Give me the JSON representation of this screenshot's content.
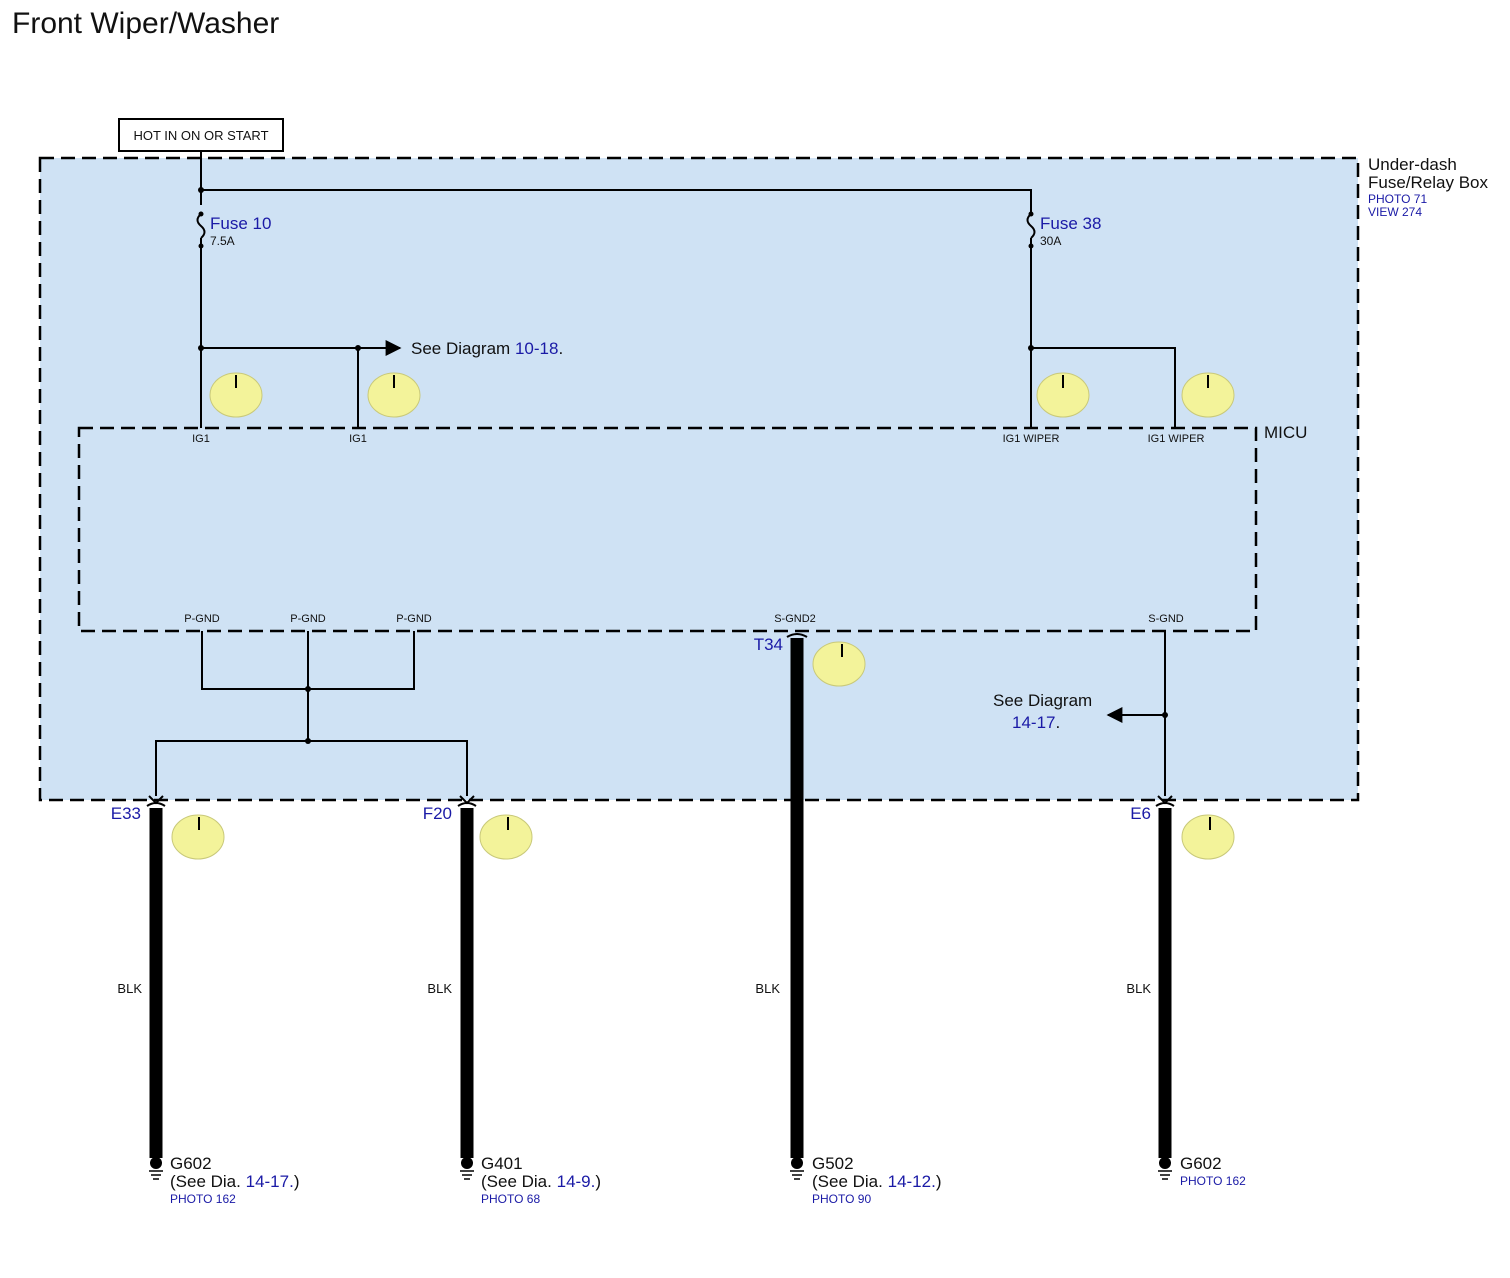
{
  "title": "Front Wiper/Washer",
  "hot_label": "HOT IN ON OR START",
  "fuse_box": {
    "name_line1": "Under-dash",
    "name_line2": "Fuse/Relay Box",
    "photo": "PHOTO 71",
    "view": "VIEW 274"
  },
  "fuses": [
    {
      "name": "Fuse 10",
      "rating": "7.5A"
    },
    {
      "name": "Fuse 38",
      "rating": "30A"
    }
  ],
  "see_diagram_top": {
    "prefix": "See Diagram",
    "ref": "10-18",
    "suffix": "."
  },
  "micu": {
    "label": "MICU",
    "top_pins": [
      "IG1",
      "IG1",
      "IG1 WIPER",
      "IG1 WIPER"
    ],
    "bottom_pins": [
      "P-GND",
      "P-GND",
      "P-GND",
      "S-GND2",
      "S-GND"
    ]
  },
  "see_diagram_right": {
    "line1": "See Diagram",
    "ref": "14-17",
    "suffix": "."
  },
  "connectors": [
    "E33",
    "F20",
    "T34",
    "E6"
  ],
  "wire_colors": [
    "BLK",
    "BLK",
    "BLK",
    "BLK"
  ],
  "grounds": [
    {
      "name": "G602",
      "see_prefix": "(See  Dia.",
      "see_ref": "14-17.",
      "see_suffix": ")",
      "photo": "PHOTO 162"
    },
    {
      "name": "G401",
      "see_prefix": "(See  Dia.",
      "see_ref": "14-9.",
      "see_suffix": ")",
      "photo": "PHOTO 68"
    },
    {
      "name": "G502",
      "see_prefix": "(See  Dia.",
      "see_ref": "14-12.",
      "see_suffix": ")",
      "photo": "PHOTO 90"
    },
    {
      "name": "G602",
      "photo": "PHOTO 162"
    }
  ],
  "colors": {
    "box_fill": "#cfe2f4",
    "marker_fill": "#f3f39a",
    "link_blue": "#1a1aa6"
  }
}
